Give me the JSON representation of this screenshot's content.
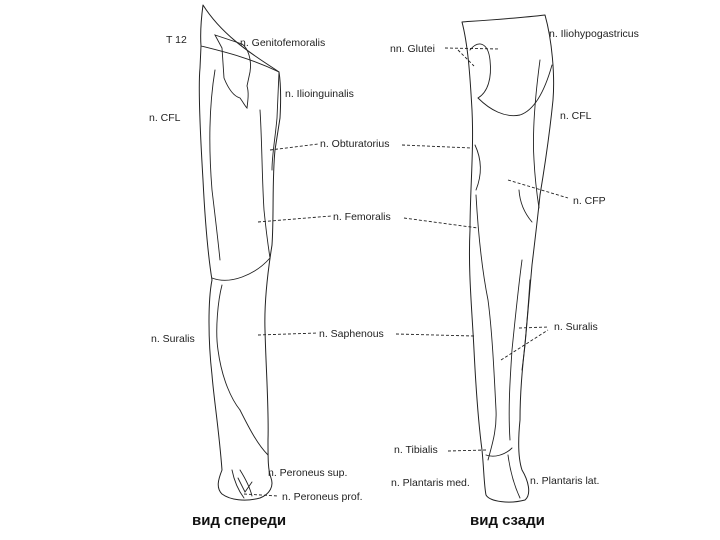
{
  "front": {
    "caption": "вид спереди",
    "labels": {
      "t12": "T 12",
      "genitofemoralis": "n. Genitofemoralis",
      "ilioinguinalis": "n. Ilioinguinalis",
      "cfl": "n. CFL",
      "suralis": "n. Suralis",
      "peroneus_sup": "n. Peroneus sup.",
      "peroneus_prof": "n. Peroneus prof."
    }
  },
  "back": {
    "caption": "вид сзади",
    "labels": {
      "glutei": "nn. Glutei",
      "iliohypogastricus": "n. Iliohypogastricus",
      "cfl": "n. CFL",
      "cfp": "n. CFP",
      "suralis": "n. Suralis",
      "tibialis": "n. Tibialis",
      "plantaris_med": "n. Plantaris med.",
      "plantaris_lat": "n. Plantaris lat."
    }
  },
  "shared": {
    "obturatorius": "n. Obturatorius",
    "femoralis": "n. Femoralis",
    "saphenous": "n. Saphenous"
  }
}
